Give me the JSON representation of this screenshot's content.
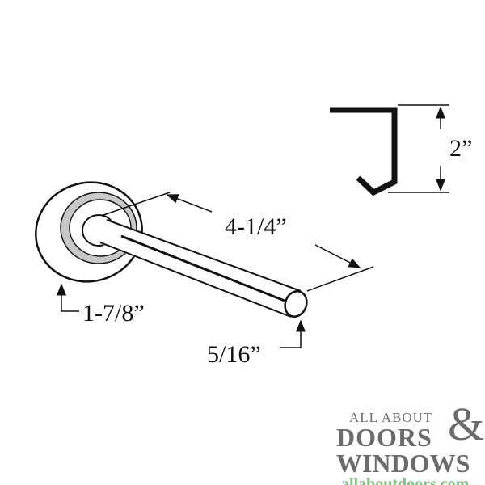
{
  "dimensions": {
    "shaft_length": "4-1/4”",
    "wheel_diameter": "1-7/8”",
    "shaft_diameter": "5/16”",
    "track_height": "2”"
  },
  "logo": {
    "line1": "ALL ABOUT",
    "line2": "DOORS",
    "ampersand": "&",
    "line3": "WINDOWS",
    "url": "allaboutdoors.com",
    "colors": {
      "gray": "#6b6b6b",
      "green": "#7cc47c"
    }
  }
}
